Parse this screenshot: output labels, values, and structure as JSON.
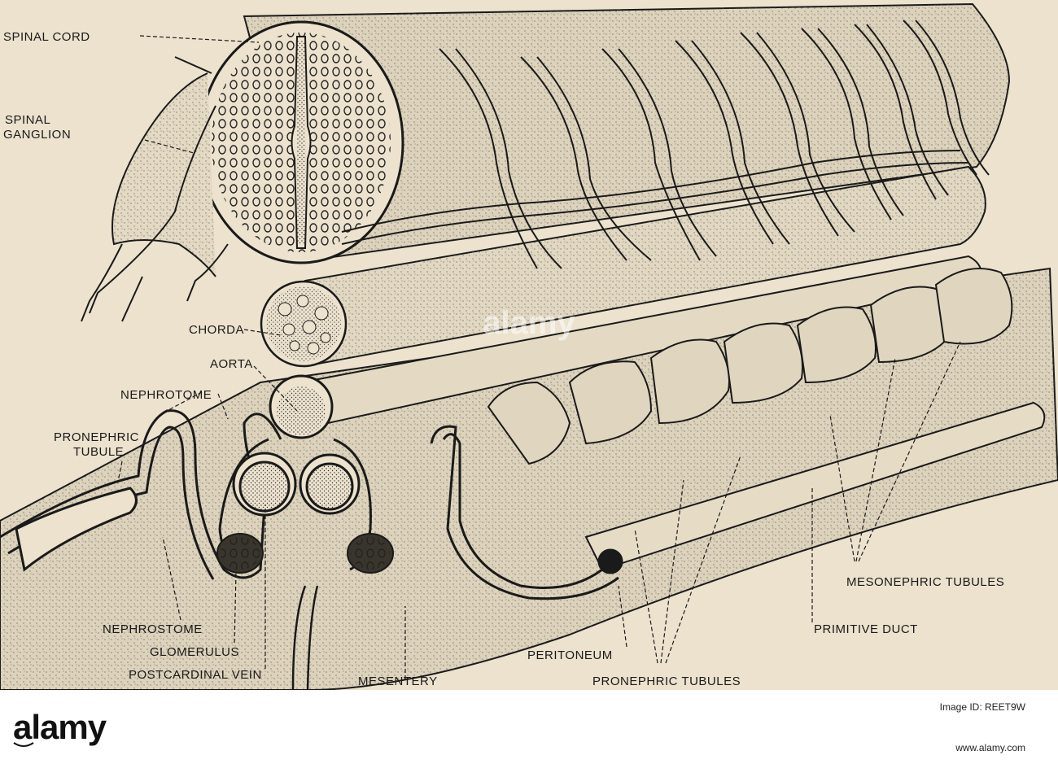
{
  "labels": {
    "spinal_cord": "SPINAL CORD",
    "spinal_ganglion_1": "SPINAL",
    "spinal_ganglion_2": "GANGLION",
    "chorda": "CHORDA",
    "aorta": "AORTA",
    "nephrotome": "NEPHROTOME",
    "pronephric_tubule_1": "PRONEPHRIC",
    "pronephric_tubule_2": "TUBULE",
    "nephrostome": "NEPHROSTOME",
    "glomerulus": "GLOMERULUS",
    "postcardinal_vein": "POSTCARDINAL VEIN",
    "mesentery": "MESENTERY",
    "peritoneum": "PERITONEUM",
    "pronephric_tubules": "PRONEPHRIC TUBULES",
    "primitive_duct": "PRIMITIVE DUCT",
    "mesonephric_tubules": "MESONEPHRIC TUBULES"
  },
  "watermark": "alamy",
  "footer": {
    "brand": "alamy",
    "image_id": "Image ID: REET9W",
    "url": "www.alamy.com"
  },
  "colors": {
    "paper": "#ece2ce",
    "ink": "#1a1a1a",
    "footer_bg": "#ffffff"
  }
}
